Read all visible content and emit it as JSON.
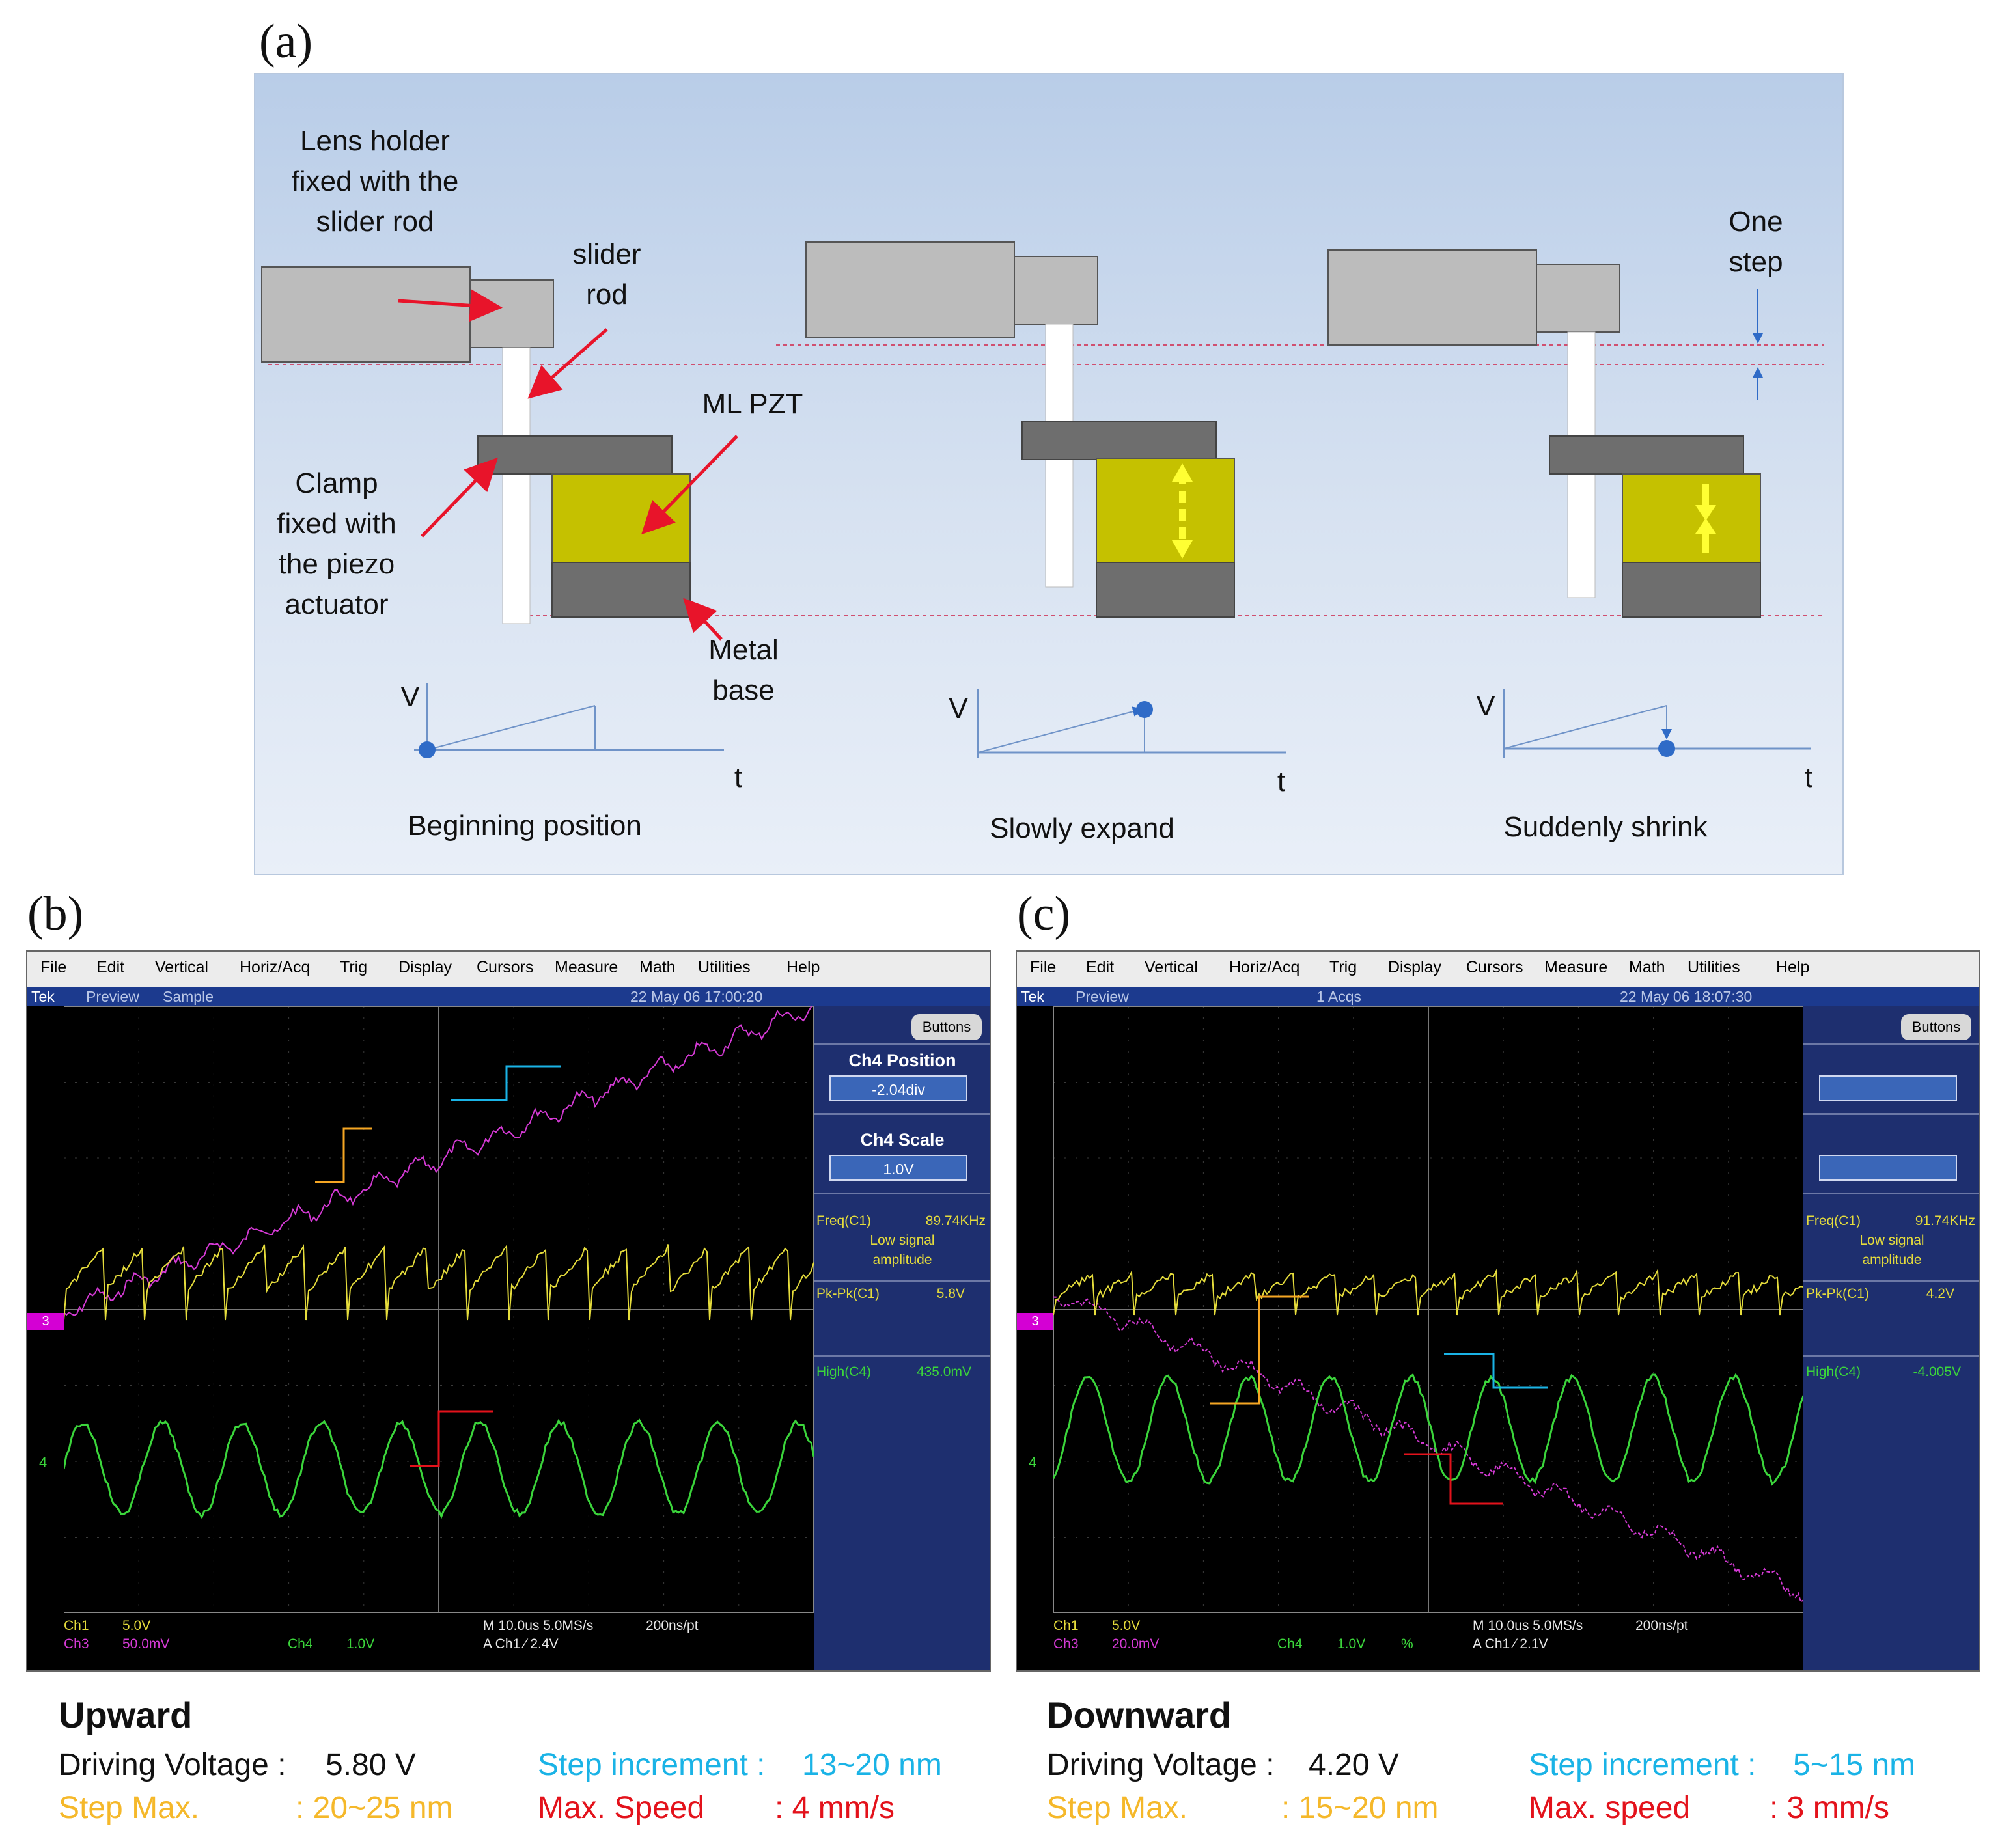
{
  "panels": {
    "a": "(a)",
    "b": "(b)",
    "c": "(c)"
  },
  "diagram": {
    "labels": {
      "lens_holder": [
        "Lens holder",
        "fixed with the",
        "slider rod"
      ],
      "slider_rod": [
        "slider",
        "rod"
      ],
      "ml_pzt": "ML PZT",
      "clamp": [
        "Clamp",
        "fixed with",
        "the piezo",
        "actuator"
      ],
      "metal_base": [
        "Metal",
        "base"
      ],
      "one_step": [
        "One",
        "step"
      ]
    },
    "graphs": [
      {
        "v": "V",
        "t": "t",
        "caption": "Beginning position"
      },
      {
        "v": "V",
        "t": "t",
        "caption": "Slowly expand"
      },
      {
        "v": "V",
        "t": "t",
        "caption": "Suddenly shrink"
      }
    ],
    "colors": {
      "piezo": "#c5c100",
      "block": "#bcbcbc",
      "clamp": "#6e6e6e",
      "arrow": "#e8142a",
      "dot": "#2f6bc7"
    }
  },
  "scopes": [
    {
      "menu": [
        "File",
        "Edit",
        "Vertical",
        "Horiz/Acq",
        "Trig",
        "Display",
        "Cursors",
        "Measure",
        "Math",
        "Utilities",
        "Help"
      ],
      "status": {
        "tek": "Tek",
        "mode1": "Preview",
        "mode2": "Sample",
        "timestamp": "22 May 06 17:00:20"
      },
      "buttons_label": "Buttons",
      "ch4_position_label": "Ch4 Position",
      "ch4_position_value": "-2.04div",
      "ch4_scale_label": "Ch4 Scale",
      "ch4_scale_value": "1.0V",
      "freq_label": "Freq(C1)",
      "freq_value": "89.74KHz",
      "low_signal_1": "Low signal",
      "low_signal_2": "amplitude",
      "pkpk_label": "Pk-Pk(C1)",
      "pkpk_value": "5.8V",
      "high_label": "High(C4)",
      "high_value": "435.0mV",
      "ch1": "Ch1",
      "ch1_scale": "5.0V",
      "ch3": "Ch3",
      "ch3_scale": "50.0mV",
      "ch4": "Ch4",
      "ch4_scale": "1.0V",
      "ch4_extra": "",
      "horiz": "M 10.0us 5.0MS/s",
      "pt": "200ns/pt",
      "trig": "A Ch1 ∕ 2.4V",
      "marker3": "3",
      "marker4": "4"
    },
    {
      "menu": [
        "File",
        "Edit",
        "Vertical",
        "Horiz/Acq",
        "Trig",
        "Display",
        "Cursors",
        "Measure",
        "Math",
        "Utilities",
        "Help"
      ],
      "status": {
        "tek": "Tek",
        "mode1": "Preview",
        "mode2": "1 Acqs",
        "timestamp": "22 May 06 18:07:30"
      },
      "buttons_label": "Buttons",
      "ch4_position_label": "",
      "ch4_position_value": "",
      "ch4_scale_label": "",
      "ch4_scale_value": "",
      "freq_label": "Freq(C1)",
      "freq_value": "91.74KHz",
      "low_signal_1": "Low signal",
      "low_signal_2": "amplitude",
      "pkpk_label": "Pk-Pk(C1)",
      "pkpk_value": "4.2V",
      "high_label": "High(C4)",
      "high_value": "-4.005V",
      "ch1": "Ch1",
      "ch1_scale": "5.0V",
      "ch3": "Ch3",
      "ch3_scale": "20.0mV",
      "ch4": "Ch4",
      "ch4_scale": "1.0V",
      "ch4_extra": "%",
      "horiz": "M 10.0us 5.0MS/s",
      "pt": "200ns/pt",
      "trig": "A Ch1 ∕ 2.1V",
      "marker3": "3",
      "marker4": "4"
    }
  ],
  "summaries": [
    {
      "title": "Upward",
      "driving_label": "Driving Voltage :",
      "driving_value": "5.80 V",
      "step_inc_label": "Step increment :",
      "step_inc_value": "13~20 nm",
      "step_max_label": "Step Max.",
      "step_max_value": ":  20~25 nm",
      "speed_label": "Max. Speed",
      "speed_value": ":  4 mm/s"
    },
    {
      "title": "Downward",
      "driving_label": "Driving Voltage :",
      "driving_value": "4.20 V",
      "step_inc_label": "Step increment :",
      "step_inc_value": "5~15 nm",
      "step_max_label": "Step Max.",
      "step_max_value": ":  15~20 nm",
      "speed_label": "Max. speed",
      "speed_value": ":  3 mm/s"
    }
  ],
  "summary_colors": {
    "black": "#111111",
    "blue": "#1ab3e6",
    "orange": "#f5b82a",
    "red": "#e3121b"
  }
}
